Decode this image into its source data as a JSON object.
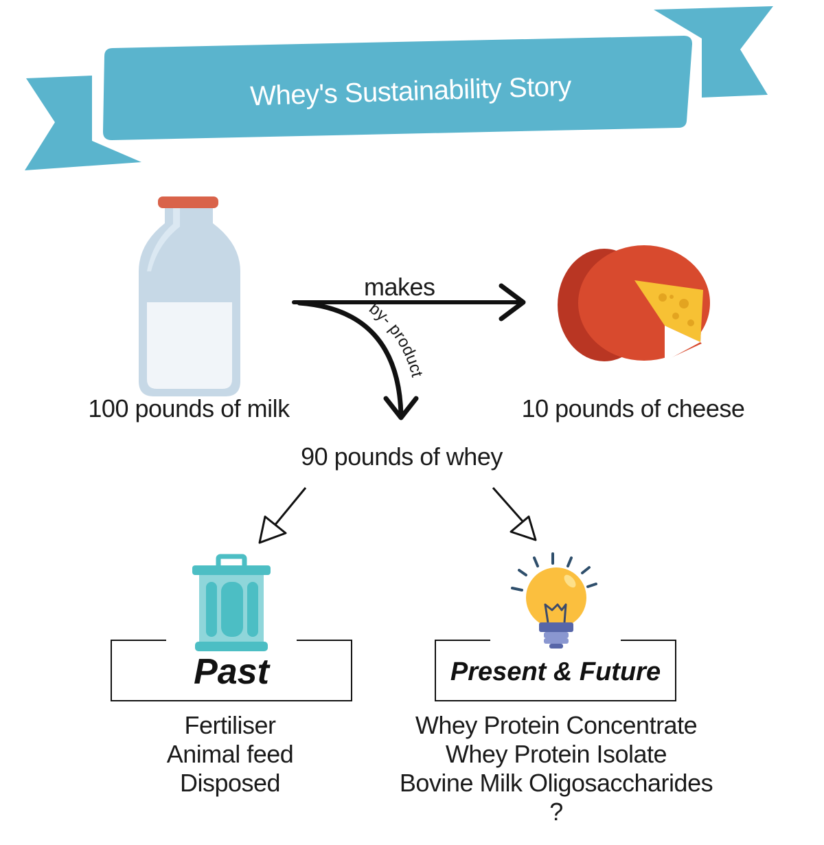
{
  "banner": {
    "title": "Whey's Sustainability Story"
  },
  "flow": {
    "milk_label": "100 pounds of milk",
    "cheese_label": "10 pounds of cheese",
    "makes_label": "makes",
    "byproduct_label": "by- product",
    "whey_label": "90 pounds of whey"
  },
  "past": {
    "title": "Past",
    "items": [
      "Fertiliser",
      "Animal feed",
      "Disposed"
    ]
  },
  "future": {
    "title": "Present & Future",
    "items": [
      "Whey Protein Concentrate",
      "Whey Protein Isolate",
      "Bovine Milk Oligosaccharides",
      "?"
    ]
  },
  "colors": {
    "banner": "#5ab4cd",
    "milk_cap": "#d9634a",
    "cheese_red": "#d84a2e",
    "cheese_yellow": "#f7c134",
    "bin": "#4cbec4",
    "bulb": "#fbbf3e"
  },
  "icons": [
    "milk-bottle-icon",
    "cheese-wheel-icon",
    "trash-bin-icon",
    "light-bulb-icon"
  ]
}
